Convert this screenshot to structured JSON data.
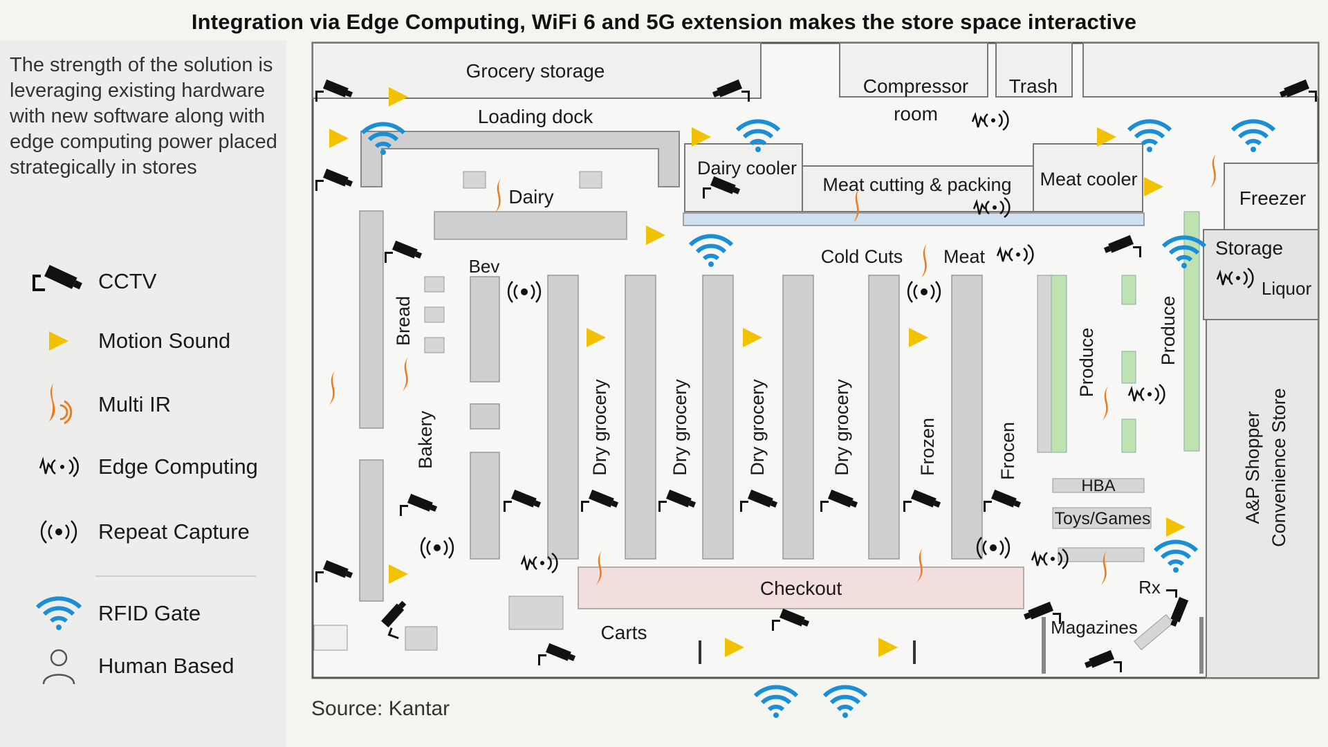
{
  "title": "Integration via Edge Computing, WiFi 6 and 5G extension makes the store space interactive",
  "intro": "The strength of the solution is leveraging existing hardware with new software along with edge computing power placed strategically in stores",
  "legend": [
    {
      "icon": "cctv-icon",
      "label": "CCTV"
    },
    {
      "icon": "motion-sound-icon",
      "label": "Motion Sound"
    },
    {
      "icon": "multi-ir-icon",
      "label": "Multi IR"
    },
    {
      "icon": "edge-computing-icon",
      "label": "Edge Computing"
    },
    {
      "icon": "repeat-capture-icon",
      "label": "Repeat Capture"
    },
    {
      "icon": "rfid-gate-icon",
      "label": "RFID Gate"
    },
    {
      "icon": "human-icon",
      "label": "Human Based"
    }
  ],
  "areas": {
    "grocery_storage": "Grocery storage",
    "loading_dock": "Loading dock",
    "compressor": "Compressor",
    "room": "room",
    "trash": "Trash",
    "dairy_cooler": "Dairy cooler",
    "meat_cutting": "Meat cutting & packing",
    "meat_cooler": "Meat cooler",
    "freezer": "Freezer",
    "storage": "Storage",
    "liquor": "Liquor",
    "dairy": "Dairy",
    "bev": "Bev",
    "bread": "Bread",
    "bakery": "Bakery",
    "dry_grocery": "Dry grocery",
    "cold_cuts": "Cold Cuts",
    "meat": "Meat",
    "frozen": "Frozen",
    "frocen": "Frocen",
    "produce": "Produce",
    "hba": "HBA",
    "toys_games": "Toys/Games",
    "checkout": "Checkout",
    "carts": "Carts",
    "magazines": "Magazines",
    "rx": "Rx",
    "convenience_1": "A&P Shopper",
    "convenience_2": "Convenience Store"
  },
  "colors": {
    "cctv": "#111111",
    "motion": "#f2c200",
    "multi_ir": "#f07a1a",
    "rfid": "#1a8fd8",
    "shelf": "#cfcfcf",
    "checkout": "#f3dede",
    "produce": "#bfe3b0"
  },
  "source": "Source: Kantar"
}
